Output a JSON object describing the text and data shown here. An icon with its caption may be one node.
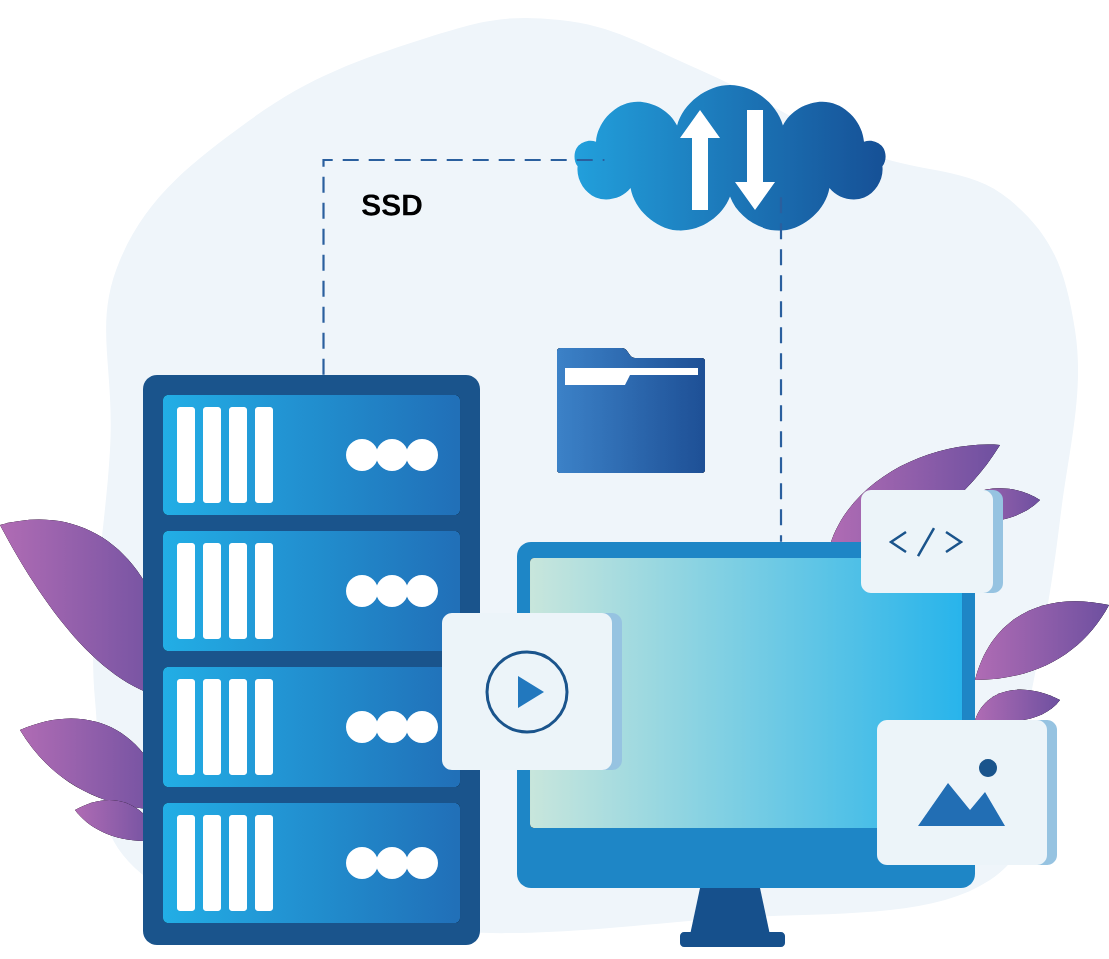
{
  "diagram": {
    "nodes": [
      {
        "text": [],
        "shape": "picture"
      },
      {
        "text": [],
        "shape": "cloud"
      },
      {
        "text": [],
        "shape": "picture"
      }
    ],
    "edges": [
      {
        "from": 0,
        "to": 1,
        "arrow": "none",
        "style": "dashed"
      },
      {
        "from": 1,
        "to": 2,
        "arrow": "none",
        "style": "dashed"
      }
    ],
    "labels": [
      "SSD"
    ]
  }
}
